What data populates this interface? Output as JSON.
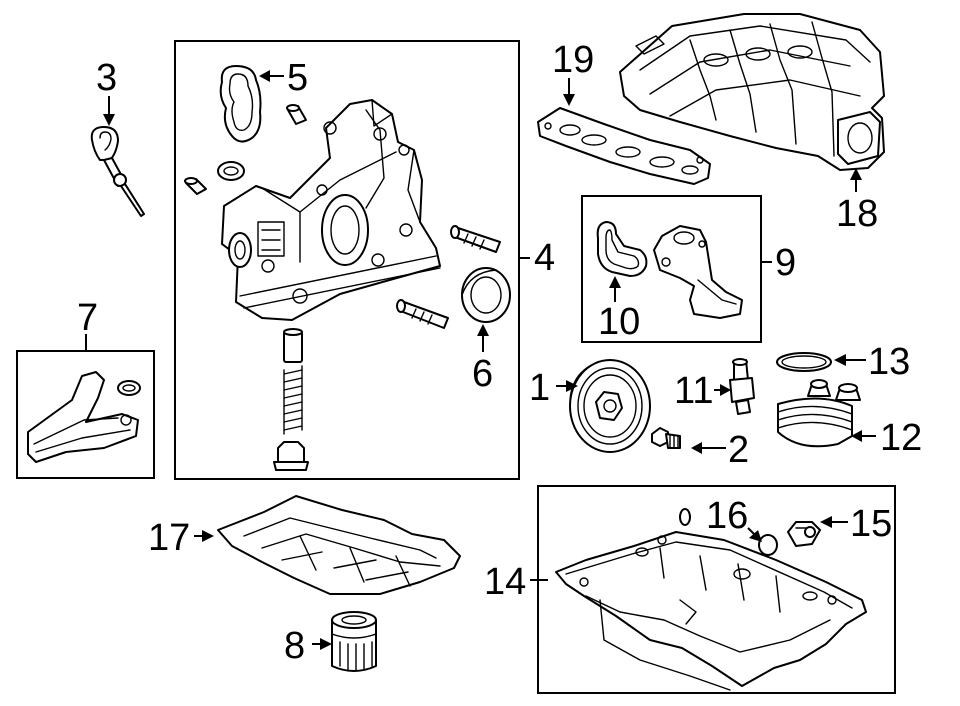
{
  "callouts": {
    "c1": "1",
    "c2": "2",
    "c3": "3",
    "c4": "4",
    "c5": "5",
    "c6": "6",
    "c7": "7",
    "c8": "8",
    "c9": "9",
    "c10": "10",
    "c11": "11",
    "c12": "12",
    "c13": "13",
    "c14": "14",
    "c15": "15",
    "c16": "16",
    "c17": "17",
    "c18": "18",
    "c19": "19"
  },
  "icons": {
    "pointer": "arrowhead",
    "group_box": "rectangle-frame"
  }
}
